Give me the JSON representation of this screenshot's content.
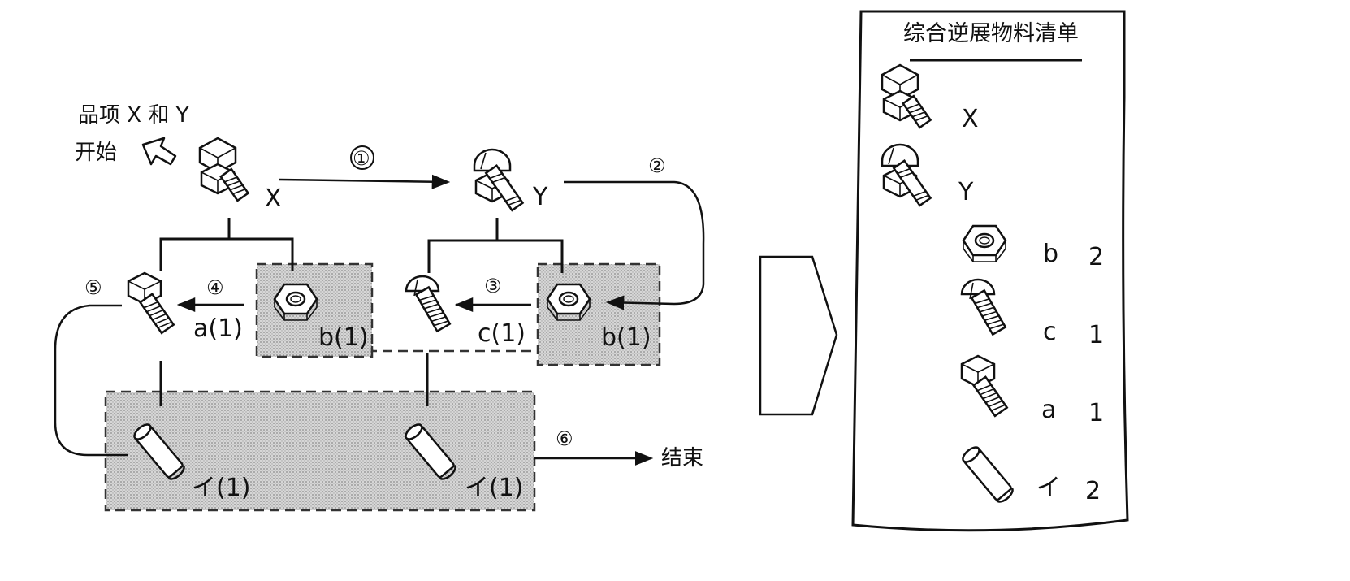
{
  "start": {
    "items_label": "品项 X 和 Y",
    "start_label": "开始"
  },
  "end_label": "结束",
  "steps": [
    "①",
    "②",
    "③",
    "④",
    "⑤",
    "⑥"
  ],
  "nodes": {
    "x": "X",
    "y": "Y",
    "b1": "b(1)",
    "b2": "b(1)",
    "c": "c(1)",
    "a": "a(1)",
    "i1": "イ(1)",
    "i2": "イ(1)"
  },
  "bom": {
    "title": "综合逆展物料清单",
    "rows": [
      {
        "item": "X",
        "qty": "",
        "icon": "bolt-with-nut-icon"
      },
      {
        "item": "Y",
        "qty": "",
        "icon": "round-head-bolt-with-nut-icon"
      },
      {
        "item": "b",
        "qty": "2",
        "icon": "hex-nut-icon"
      },
      {
        "item": "c",
        "qty": "1",
        "icon": "round-head-screw-icon"
      },
      {
        "item": "a",
        "qty": "1",
        "icon": "hex-bolt-icon"
      },
      {
        "item": "イ",
        "qty": "2",
        "icon": "pin-icon"
      }
    ]
  }
}
